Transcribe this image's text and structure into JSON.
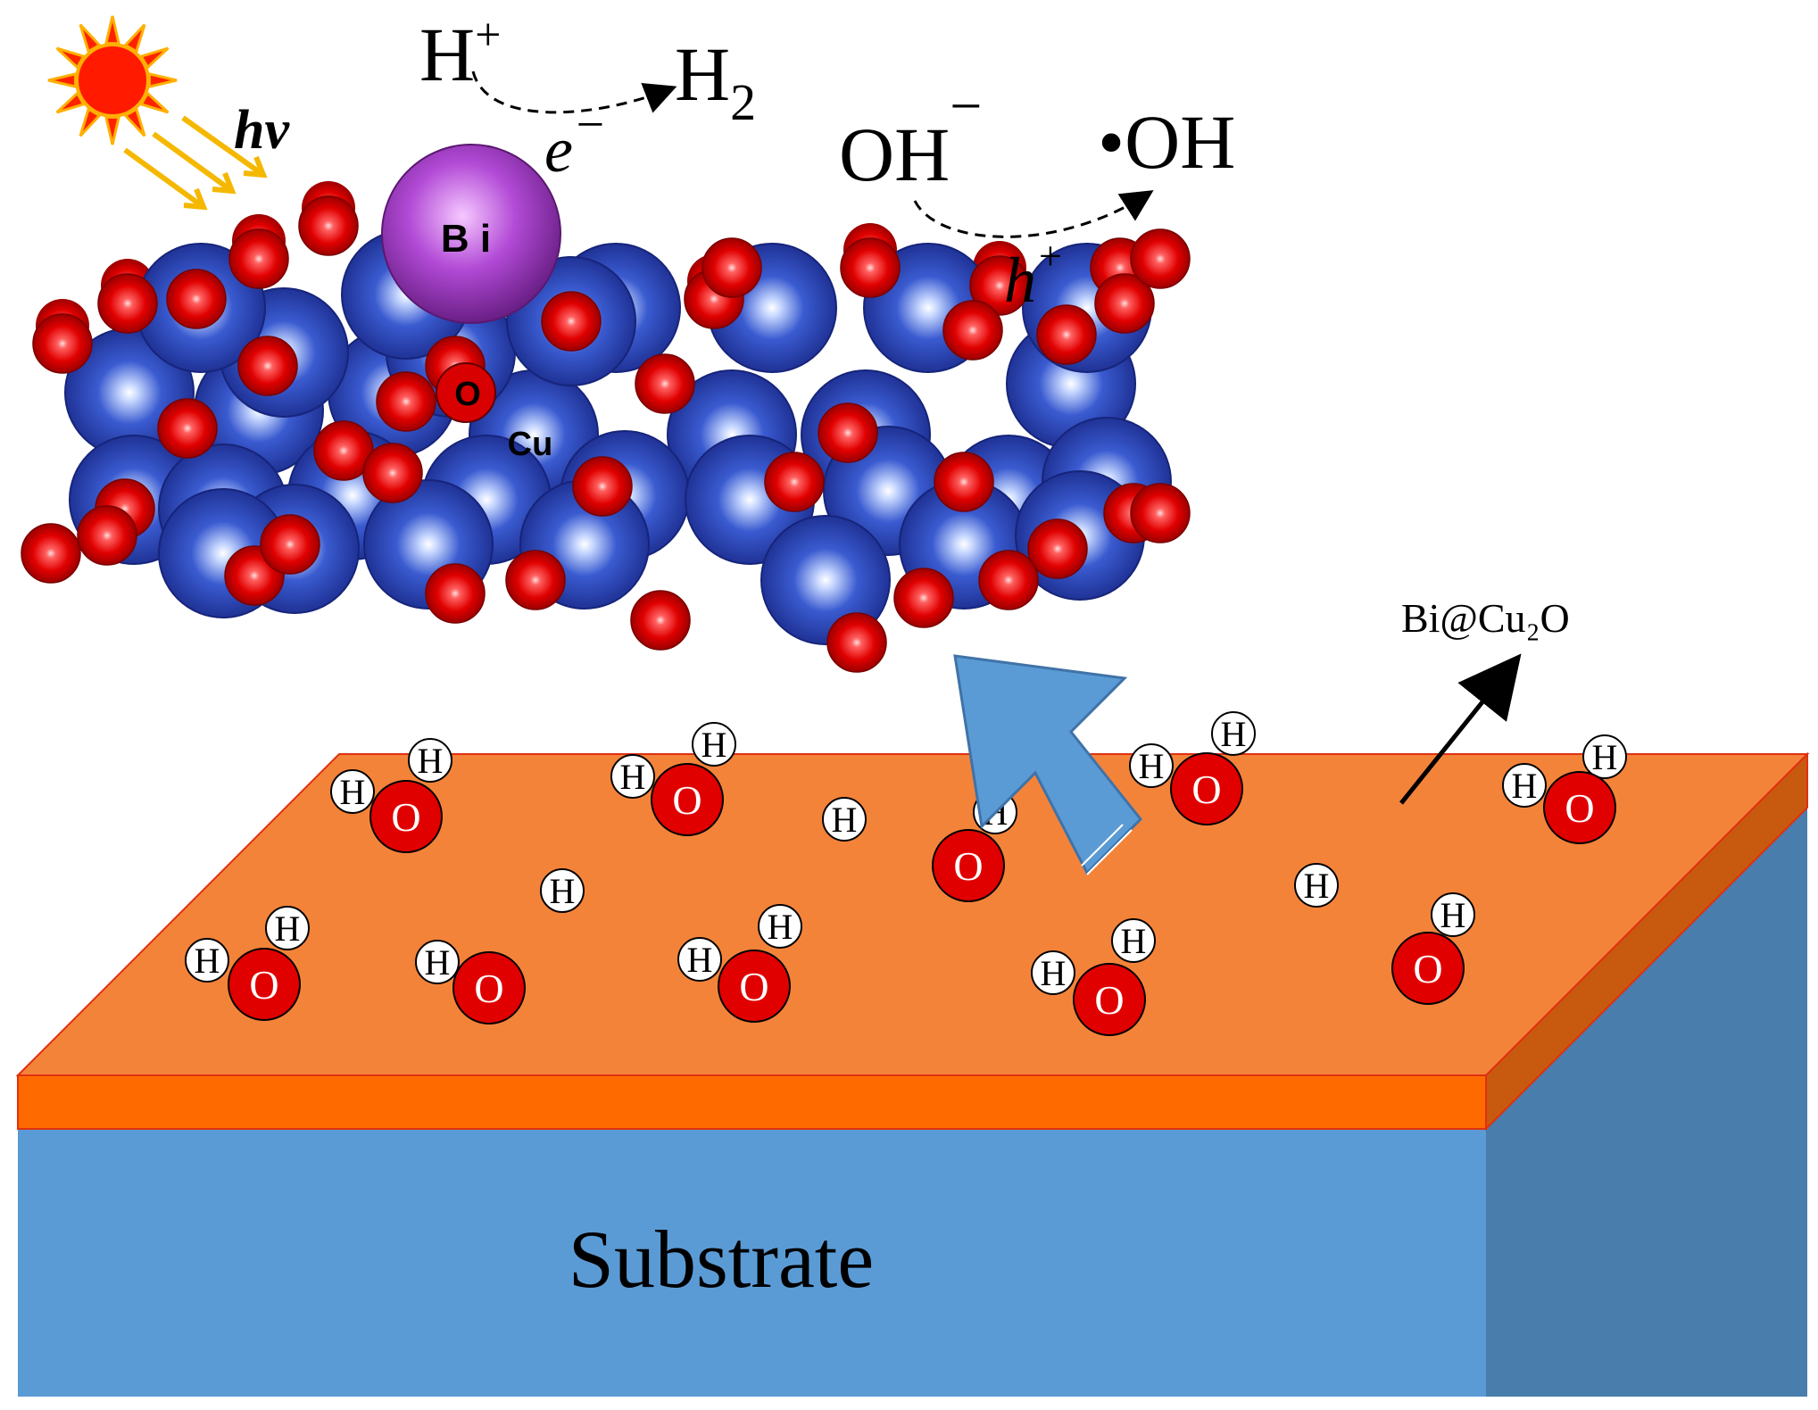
{
  "colors": {
    "substrate_front": "#5b9bd5",
    "substrate_side": "#497dab",
    "film_top": "#f4833a",
    "film_front": "#ff6a00",
    "film_side": "#c85a10",
    "cu_atom": "#2d47b8",
    "o_atom": "#e00000",
    "bi_atom": "#a23bc4",
    "arrow_blue": "#5b9bd5",
    "light_ray": "#f5b800",
    "sun": "#ff2200"
  },
  "labels": {
    "substrate": "Substrate",
    "product": "Bi@Cu₂O",
    "bi": "B i",
    "o": "O",
    "cu": "Cu",
    "photon": "hv",
    "proton": "H",
    "proton_sup": "+",
    "hydrogen": "H",
    "hydrogen_sub": "2",
    "electron": "e",
    "electron_sup": "−",
    "hydroxide": "OH",
    "hydroxide_sup": "−",
    "radical": "•OH",
    "hole": "h",
    "hole_sup": "+"
  },
  "surface_species": {
    "water_o_label": "O",
    "h_label": "H"
  }
}
